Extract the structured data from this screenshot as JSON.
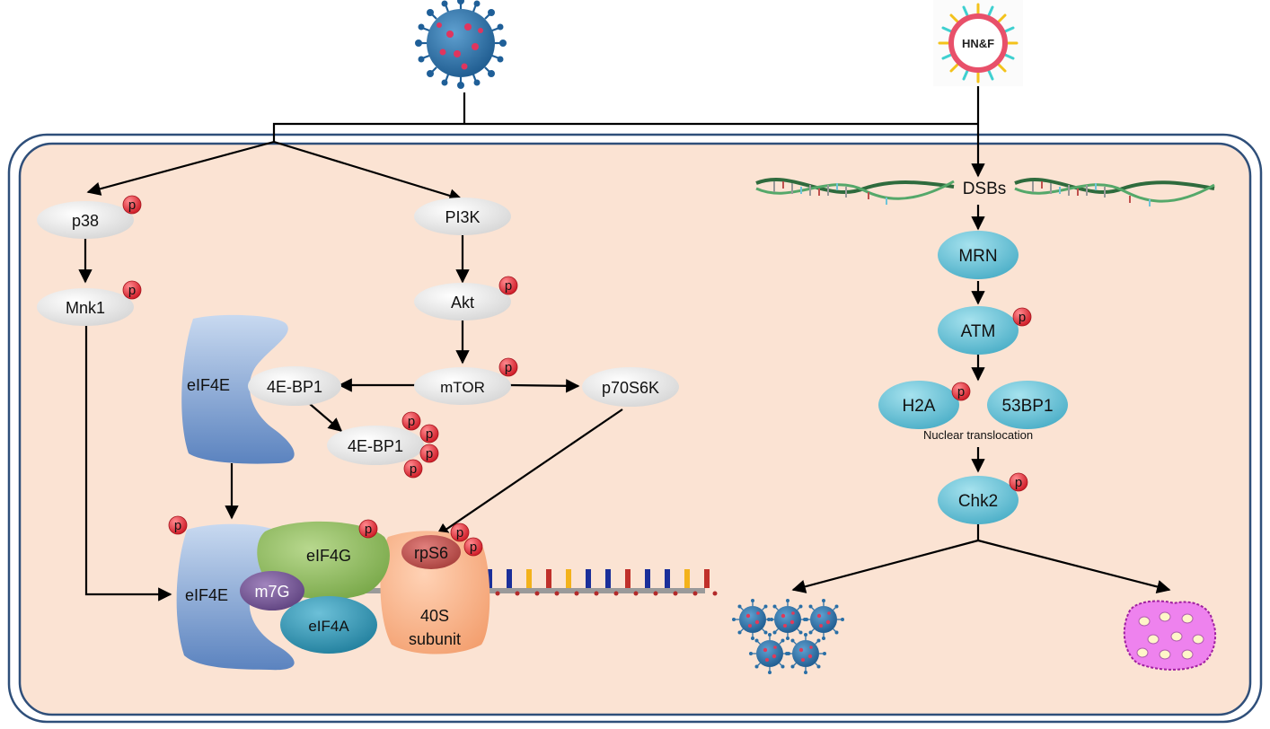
{
  "virus_label": "HN&F",
  "nodes": {
    "p38": "p38",
    "mnk1": "Mnk1",
    "pi3k": "PI3K",
    "akt": "Akt",
    "mtor": "mTOR",
    "p70s6k": "p70S6K",
    "eif4e_top": "eIF4E",
    "bp1_a": "4E-BP1",
    "bp1_b": "4E-BP1",
    "eif4e_bottom": "eIF4E",
    "eif4g": "eIF4G",
    "m7g": "m7G",
    "eif4a": "eIF4A",
    "rps6": "rpS6",
    "s40_line1": "40S",
    "s40_line2": "subunit",
    "dsbs": "DSBs",
    "mrn": "MRN",
    "atm": "ATM",
    "h2a": "H2A",
    "bp53": "53BP1",
    "nuclear": "Nuclear translocation",
    "chk2": "Chk2"
  },
  "phospho_label": "p",
  "colors": {
    "cell_fill": "#fbe3d3",
    "membrane": "#2f4f7a",
    "node_gray": "#e6e6e6",
    "node_cyan": "#6fc4d8",
    "eif4e_blue": "#6f94c9",
    "eif4g_green": "#8fba5e",
    "m7g_purple": "#7a5a96",
    "eif4a_teal": "#3a9bb6",
    "rps6_red": "#c0504d",
    "s40_peach": "#f7b48a",
    "phospho_red": "#e8323c",
    "dead_cell_pink": "#ee82ee"
  },
  "icons": {
    "virus_left": "coronavirus-icon",
    "virus_right": "paramyxovirus-icon",
    "dna": "dna-double-helix-icon",
    "progeny": "virus-progeny-icon",
    "dead_cell": "apoptotic-cell-icon"
  }
}
